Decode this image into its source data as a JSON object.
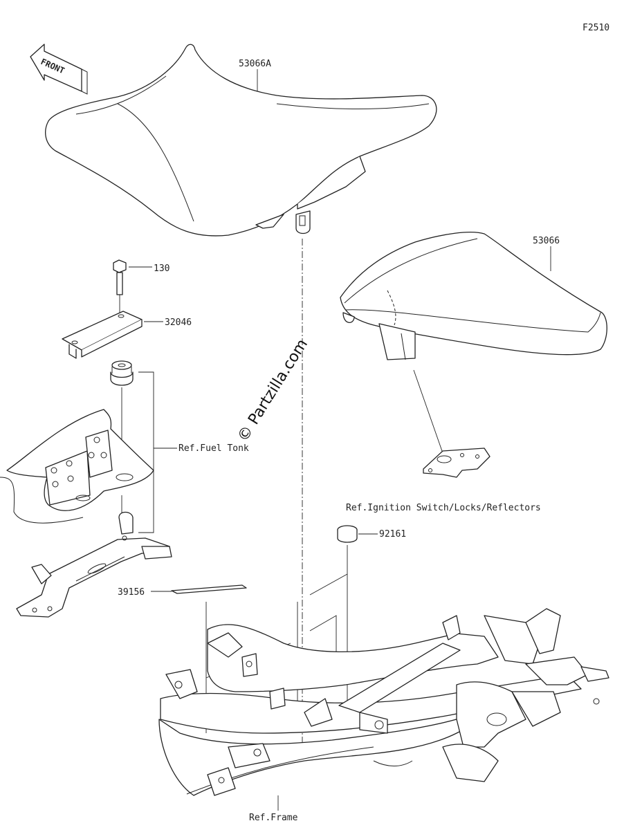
{
  "diagram": {
    "code": "F2510",
    "front_arrow": "FRONT",
    "watermark": "© Partzilla.com",
    "parts": [
      {
        "id": "53066A"
      },
      {
        "id": "53066"
      },
      {
        "id": "130"
      },
      {
        "id": "32046"
      },
      {
        "id": "92161"
      },
      {
        "id": "39156"
      }
    ],
    "references": [
      {
        "text": "Ref.Fuel Tonk"
      },
      {
        "text": "Ref.Ignition Switch/Locks/Reflectors"
      },
      {
        "text": "Ref.Frame"
      }
    ]
  }
}
